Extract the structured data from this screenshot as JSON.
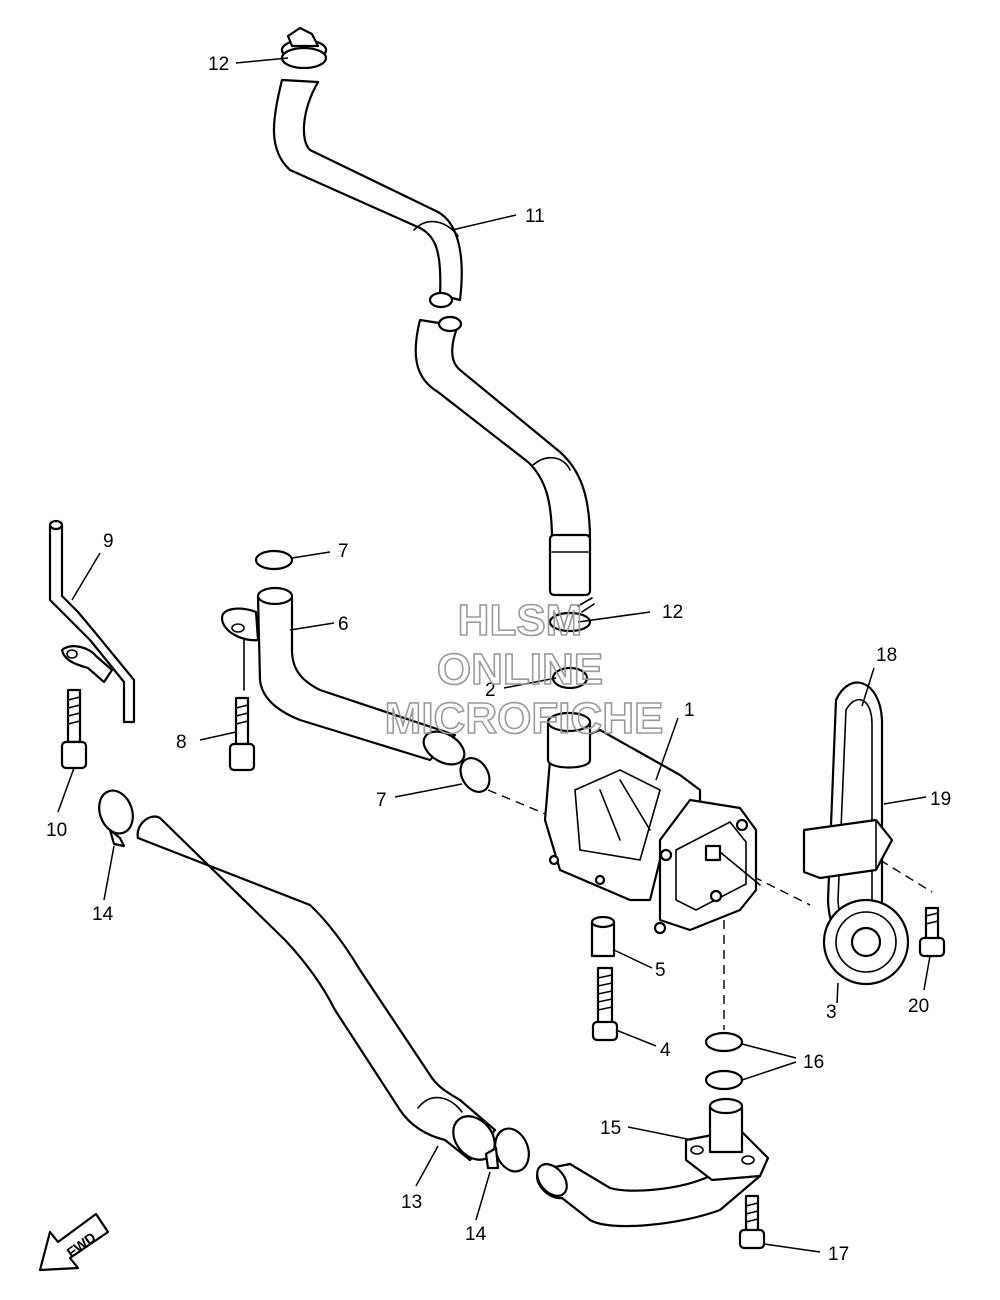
{
  "callouts": {
    "c1": "1",
    "c2": "2",
    "c3": "3",
    "c4": "4",
    "c5": "5",
    "c6": "6",
    "c7a": "7",
    "c7b": "7",
    "c8": "8",
    "c9": "9",
    "c10": "10",
    "c11": "11",
    "c12a": "12",
    "c12b": "12",
    "c13": "13",
    "c14a": "14",
    "c14b": "14",
    "c15": "15",
    "c16": "16",
    "c17": "17",
    "c18": "18",
    "c19": "19",
    "c20": "20"
  },
  "watermark": {
    "line1": "HLSM",
    "line2": "ONLINE",
    "line3": "MICROFICHE"
  },
  "fwd_label": "FWD"
}
